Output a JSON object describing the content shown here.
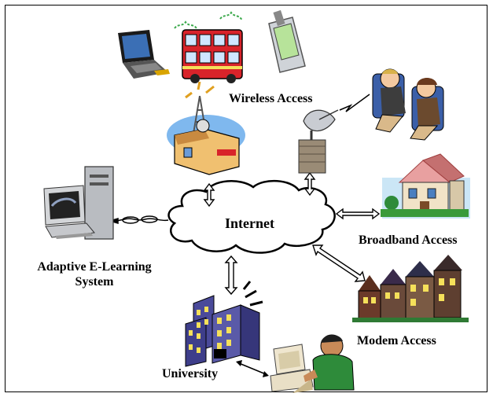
{
  "diagram": {
    "hub_label": "Internet",
    "labels": {
      "wireless": "Wireless Access",
      "broadband": "Broadband Access",
      "modem": "Modem Access",
      "university": "University",
      "system_line1": "Adaptive E-Learning",
      "system_line2": "System"
    },
    "colors": {
      "cloud_fill": "#ffffff",
      "bus_red": "#d8232a",
      "building_purple": "#4a4a9a",
      "window_yellow": "#f5e05a",
      "house_pink": "#e8a0a0",
      "sky_blue": "#7fb8ee",
      "person_green": "#2e8b3a"
    },
    "icons": [
      "laptop-icon",
      "bus-icon",
      "pda-icon",
      "radio-tower-icon",
      "satellite-dish-icon",
      "airplane-passengers-icon",
      "desktop-computer-icon",
      "house-icon",
      "townhouses-icon",
      "office-buildings-icon",
      "person-at-computer-icon"
    ]
  }
}
